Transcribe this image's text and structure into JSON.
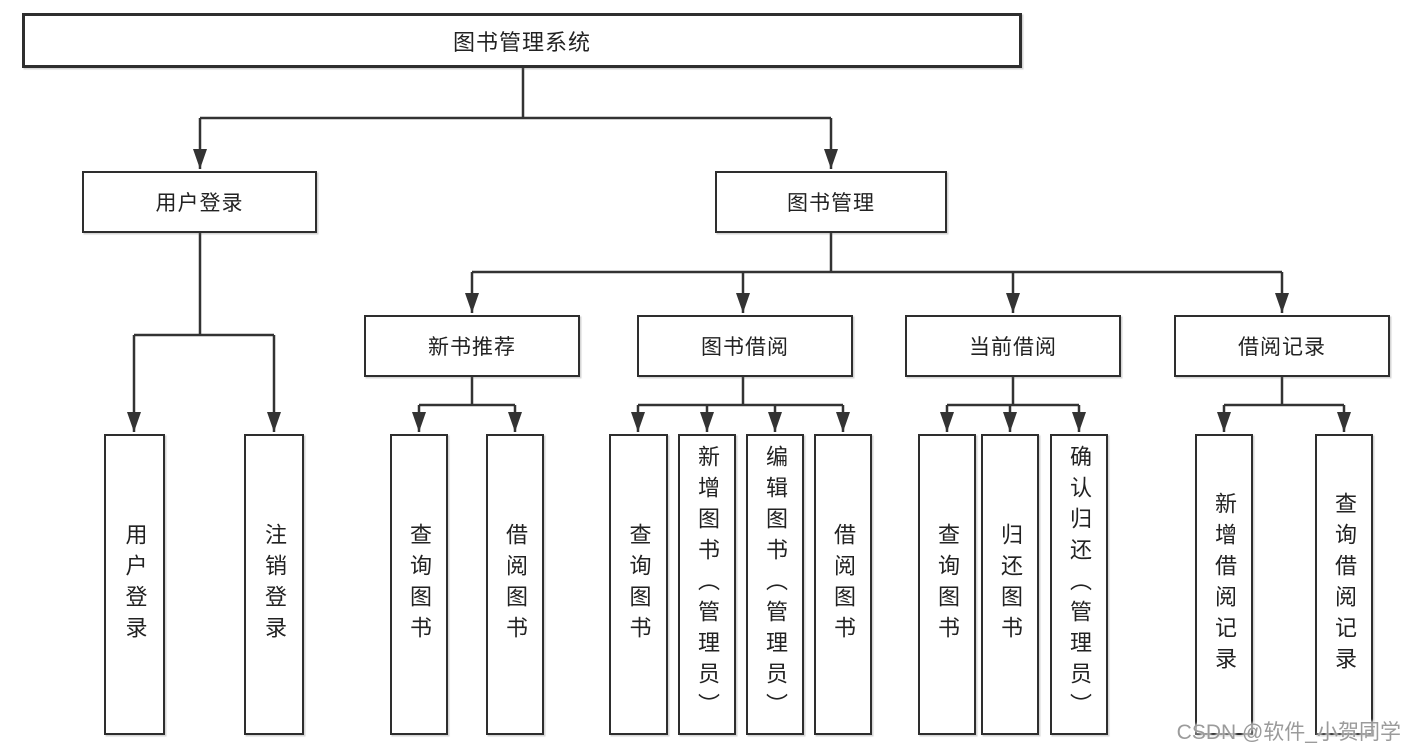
{
  "diagram": {
    "root": {
      "label": "图书管理系统"
    },
    "branches": [
      {
        "label": "用户登录",
        "children": [
          {
            "label": "用户登录"
          },
          {
            "label": "注销登录"
          }
        ]
      },
      {
        "label": "图书管理",
        "children": [
          {
            "label": "新书推荐",
            "children": [
              {
                "label": "查询图书"
              },
              {
                "label": "借阅图书"
              }
            ]
          },
          {
            "label": "图书借阅",
            "children": [
              {
                "label": "查询图书"
              },
              {
                "label": "新增图书（管理员）"
              },
              {
                "label": "编辑图书（管理员）"
              },
              {
                "label": "借阅图书"
              }
            ]
          },
          {
            "label": "当前借阅",
            "children": [
              {
                "label": "查询图书"
              },
              {
                "label": "归还图书"
              },
              {
                "label": "确认归还（管理员）"
              }
            ]
          },
          {
            "label": "借阅记录",
            "children": [
              {
                "label": "新增借阅记录"
              },
              {
                "label": "查询借阅记录"
              }
            ]
          }
        ]
      }
    ]
  },
  "watermark": {
    "text": "CSDN @软件_小贺同学"
  },
  "colors": {
    "line": "#333333",
    "box_border": "#2e2e2e",
    "box_fill": "#ffffff",
    "text": "#222222",
    "watermark": "#9b9b9b",
    "background": "#ffffff"
  }
}
